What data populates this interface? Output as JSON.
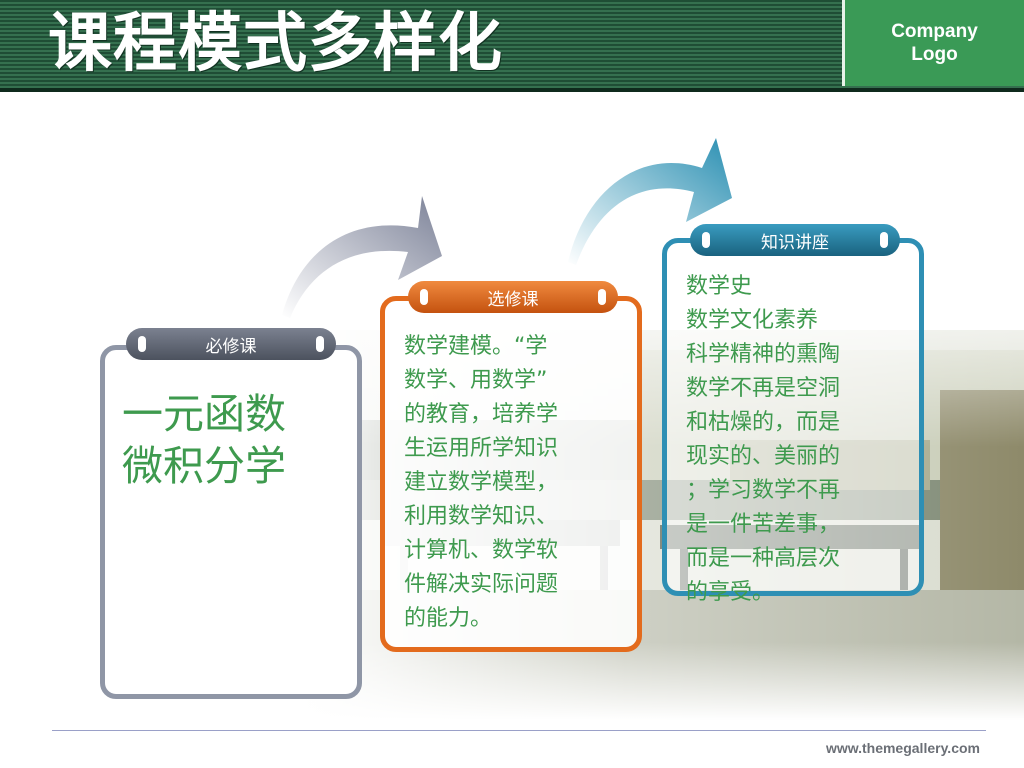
{
  "header": {
    "title": "课程模式多样化",
    "logo_line1": "Company",
    "logo_line2": "Logo"
  },
  "cards": {
    "required": {
      "label": "必修课",
      "lines": [
        "一元函数",
        "微积分学"
      ]
    },
    "elective": {
      "label": "选修课",
      "lines": [
        "数学建模。“学",
        "数学、用数学”",
        "的教育，培养学",
        "生运用所学知识",
        "建立数学模型，",
        "利用数学知识、",
        "计算机、数学软",
        "件解决实际问题",
        "的能力。"
      ]
    },
    "lecture": {
      "label": "知识讲座",
      "lines": [
        "数学史",
        "数学文化素养",
        "科学精神的熏陶",
        "数学不再是空洞",
        "和枯燥的，而是",
        "现实的、美丽的",
        "；学习数学不再",
        "是一件苦差事，",
        "而是一种高层次",
        "的享受。"
      ]
    }
  },
  "footer": {
    "url": "www.themegallery.com"
  },
  "colors": {
    "header_green": "#2c6344",
    "logo_green": "#3a9a56",
    "text_green": "#3e9a4e",
    "gray": "#8f96a6",
    "orange": "#e36b1d",
    "blue": "#2e8fb4"
  }
}
